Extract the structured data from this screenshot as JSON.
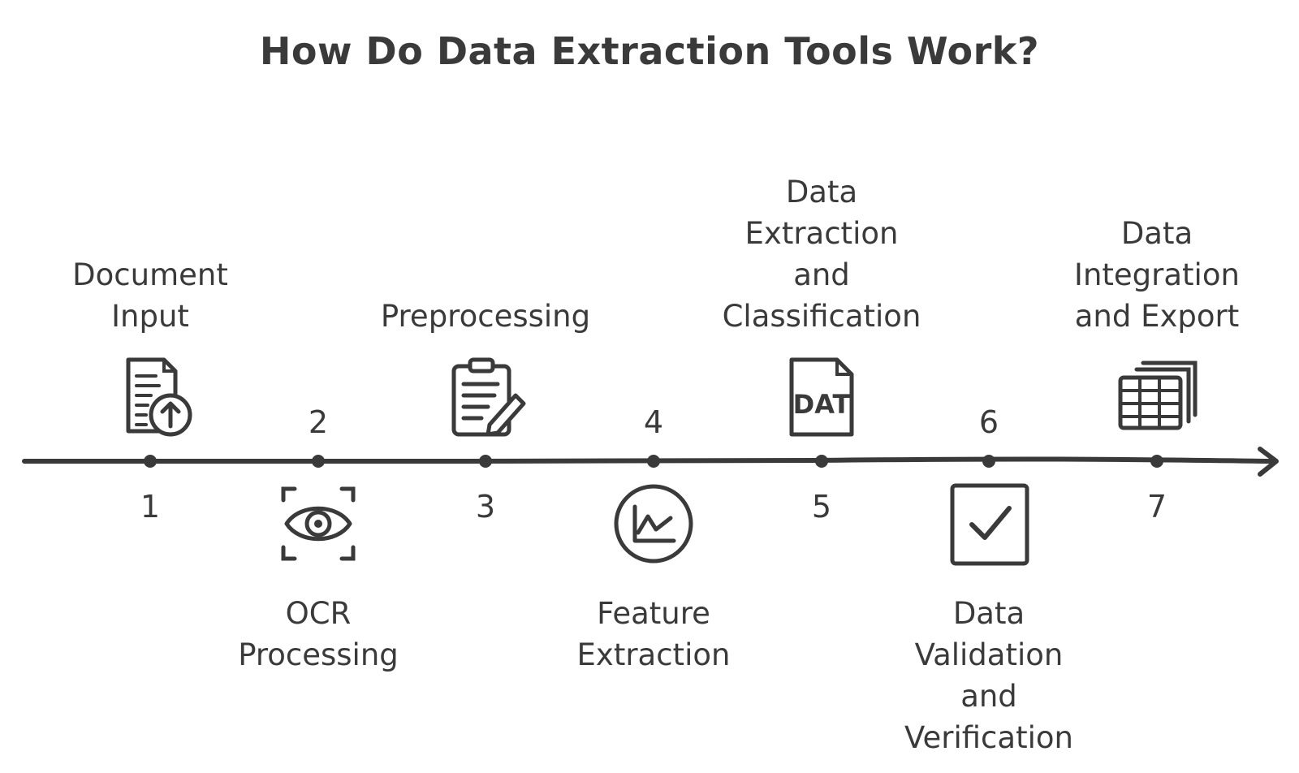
{
  "title": "How Do Data Extraction Tools Work?",
  "colors": {
    "ink": "#3a3a3a",
    "background": "#ffffff"
  },
  "steps": [
    {
      "number": "1",
      "label": "Document\nInput",
      "position": "above",
      "icon": "document-upload-icon"
    },
    {
      "number": "2",
      "label": "OCR\nProcessing",
      "position": "below",
      "icon": "eye-scan-icon"
    },
    {
      "number": "3",
      "label": "Preprocessing",
      "position": "above",
      "icon": "clipboard-edit-icon"
    },
    {
      "number": "4",
      "label": "Feature\nExtraction",
      "position": "below",
      "icon": "chart-circle-icon"
    },
    {
      "number": "5",
      "label": "Data\nExtraction\nand\nClassification",
      "position": "above",
      "icon": "dat-file-icon"
    },
    {
      "number": "6",
      "label": "Data\nValidation\nand\nVerification",
      "position": "below",
      "icon": "checkbox-icon"
    },
    {
      "number": "7",
      "label": "Data\nIntegration\nand Export",
      "position": "above",
      "icon": "spreadsheet-stack-icon"
    }
  ]
}
